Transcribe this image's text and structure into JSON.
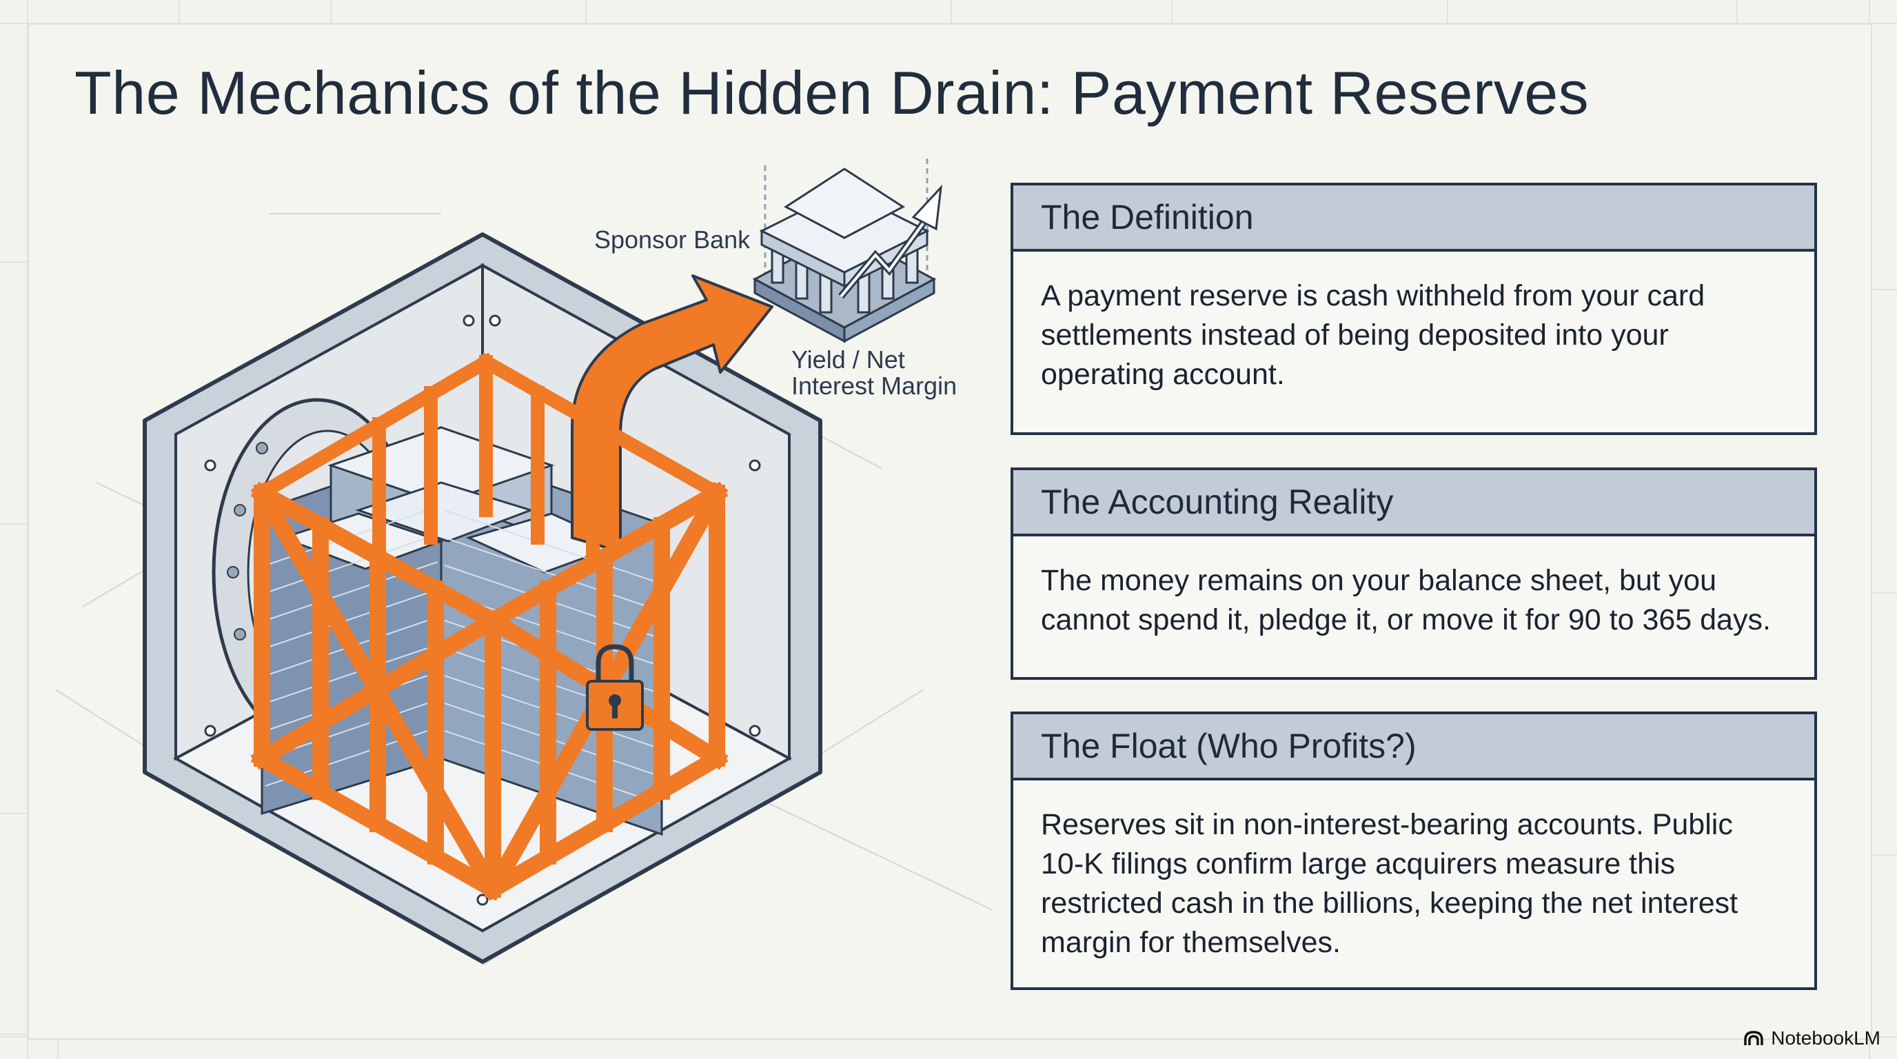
{
  "slide": {
    "title": "The Mechanics of the Hidden Drain: Payment Reserves"
  },
  "illustration": {
    "sponsor_label": "Sponsor Bank",
    "yield_label_line1": "Yield / Net",
    "yield_label_line2": "Interest Margin",
    "colors": {
      "cage": "#f07a26",
      "arrow": "#f07a26",
      "vault_wall": "#c9d1da",
      "outline": "#2d3b4c",
      "cash": "#7e93b0"
    }
  },
  "cards": [
    {
      "heading": "The Definition",
      "lines": [
        "A payment reserve is cash withheld from your card",
        "settlements instead of being deposited into your",
        "operating account."
      ]
    },
    {
      "heading": "The Accounting Reality",
      "lines": [
        "The money remains on your balance sheet, but you",
        "cannot spend it, pledge it, or move it for 90 to 365 days."
      ]
    },
    {
      "heading": "The Float (Who Profits?)",
      "lines": [
        "Reserves sit in non-interest-bearing accounts. Public",
        "10-K filings confirm large acquirers measure this",
        "restricted cash in the billions, keeping the net interest",
        "margin for themselves."
      ]
    }
  ],
  "branding": {
    "name": "NotebookLM",
    "icon": "notebooklm-logo-icon"
  }
}
